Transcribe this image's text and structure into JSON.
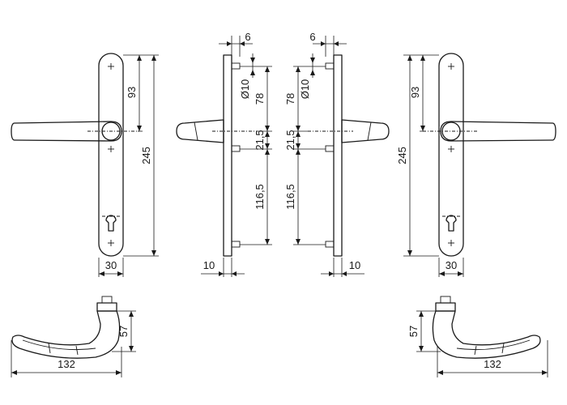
{
  "dimensions": {
    "front_left": {
      "width": "30",
      "height": "245",
      "center_to_handle": "93"
    },
    "side_left": {
      "offset": "6",
      "hole_diameter": "Ø10",
      "upper": "78",
      "middle": "21,5",
      "lower": "116,5",
      "depth": "10"
    },
    "side_right": {
      "offset": "6",
      "hole_diameter": "Ø10",
      "upper": "78",
      "middle": "21,5",
      "lower": "116,5",
      "depth": "10"
    },
    "front_right": {
      "width": "30",
      "height": "245",
      "center_to_handle": "93"
    },
    "top_left": {
      "length": "132",
      "projection": "57"
    },
    "top_right": {
      "length": "132",
      "projection": "57"
    }
  }
}
